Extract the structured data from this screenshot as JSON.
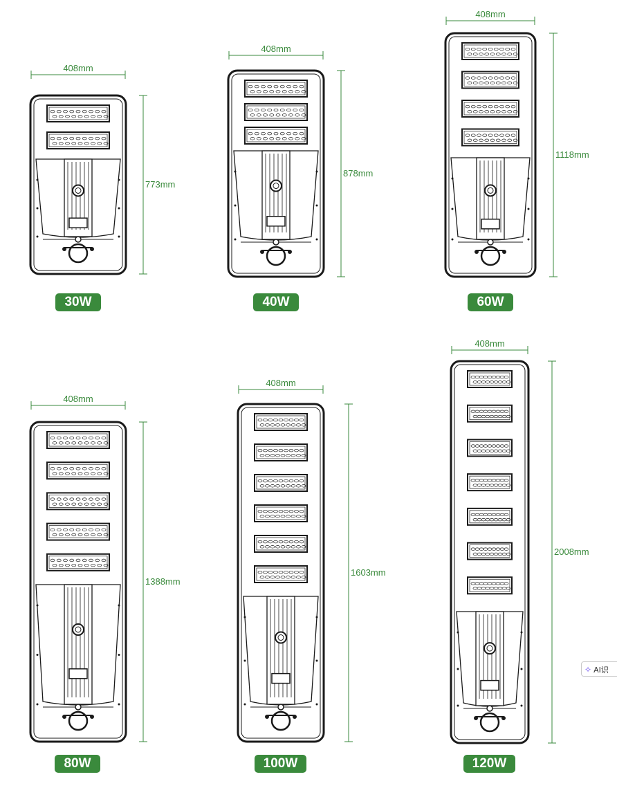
{
  "colors": {
    "dimension": "#3a8a3c",
    "badge": "#3a8a3c",
    "outline": "#1a1a1a"
  },
  "lamps": [
    {
      "id": "30w",
      "label": "30W",
      "width_text": "408mm",
      "height_text": "773mm",
      "panels": 2
    },
    {
      "id": "40w",
      "label": "40W",
      "width_text": "408mm",
      "height_text": "878mm",
      "panels": 3
    },
    {
      "id": "60w",
      "label": "60W",
      "width_text": "408mm",
      "height_text": "1118mm",
      "panels": 4
    },
    {
      "id": "80w",
      "label": "80W",
      "width_text": "408mm",
      "height_text": "1388mm",
      "panels": 5
    },
    {
      "id": "100w",
      "label": "100W",
      "width_text": "408mm",
      "height_text": "1603mm",
      "panels": 6
    },
    {
      "id": "120w",
      "label": "120W",
      "width_text": "408mm",
      "height_text": "2008mm",
      "panels": 7
    }
  ],
  "overlay": {
    "ai_button_label": "AI识",
    "ai_icon": "sparkle-icon"
  }
}
